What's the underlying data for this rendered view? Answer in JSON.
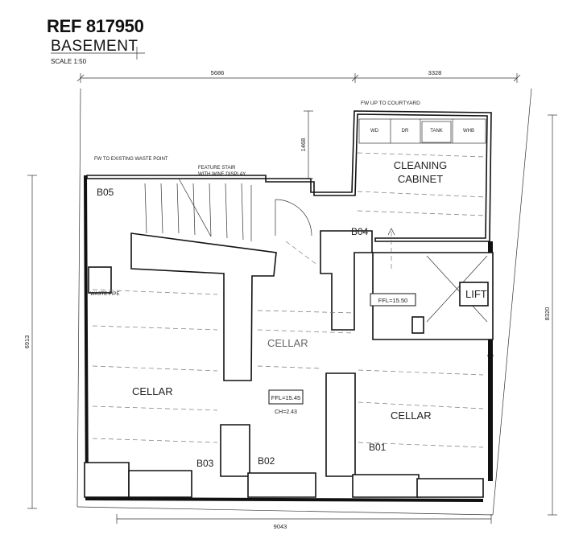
{
  "header": {
    "ref": "REF 817950",
    "floor": "BASEMENT",
    "scale": "SCALE 1:50"
  },
  "dimensions": {
    "top_left": "5686",
    "top_right": "3328",
    "bottom": "9043",
    "left": "6913",
    "right": "8320",
    "riser": "1468"
  },
  "notes": {
    "courtyard": "FW UP TO COURTYARD",
    "waste_point": "FW TO EXISTING WASTE POINT",
    "stair_line1": "FEATURE STAIR",
    "stair_line2": "WITH WINE DISPLAY",
    "waste_pipe": "WASTE PIPE"
  },
  "appliances": [
    "WD",
    "DR",
    "TANK",
    "WHB"
  ],
  "rooms": {
    "cleaning_line1": "CLEANING",
    "cleaning_line2": "CABINET",
    "lift": "LIFT",
    "cellar_center": "CELLAR",
    "cellar_left": "CELLAR",
    "cellar_right": "CELLAR"
  },
  "labels": {
    "b01": "B01",
    "b02": "B02",
    "b03": "B03",
    "b04": "B04",
    "b05": "B05"
  },
  "levels": {
    "ffl_lift": "FFL=15.50",
    "ffl_main": "FFL=15.45",
    "ceiling": "CH=2.43"
  }
}
